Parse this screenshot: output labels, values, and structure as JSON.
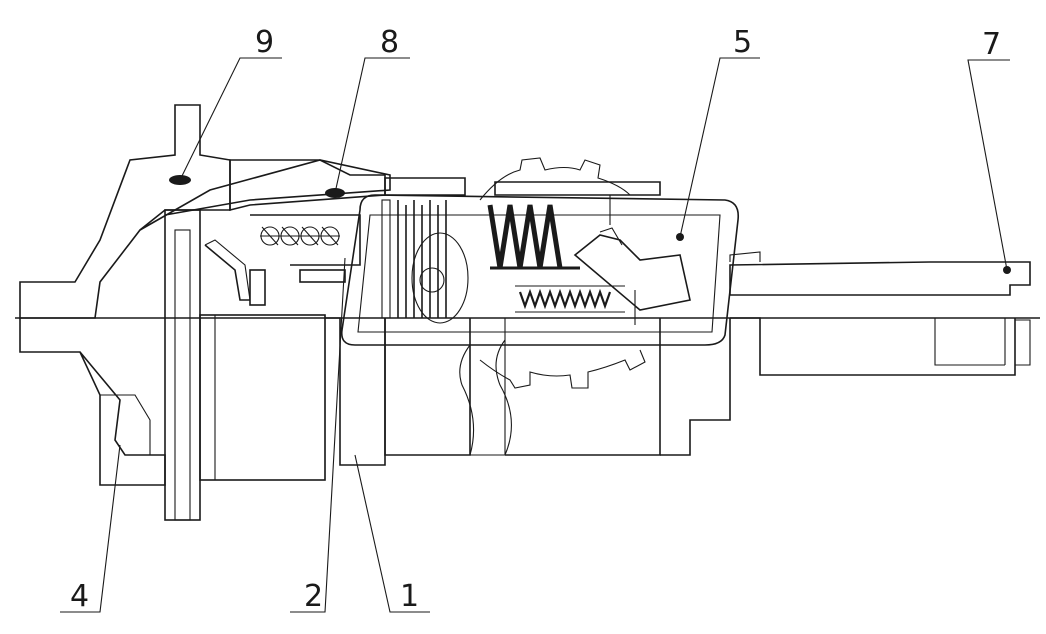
{
  "drawing": {
    "callouts": [
      {
        "id": "c9",
        "label": "9"
      },
      {
        "id": "c8",
        "label": "8"
      },
      {
        "id": "c5",
        "label": "5"
      },
      {
        "id": "c7",
        "label": "7"
      },
      {
        "id": "c4",
        "label": "4"
      },
      {
        "id": "c2",
        "label": "2"
      },
      {
        "id": "c1",
        "label": "1"
      }
    ],
    "colors": {
      "line": "#1a1a1a",
      "background": "#ffffff"
    }
  }
}
